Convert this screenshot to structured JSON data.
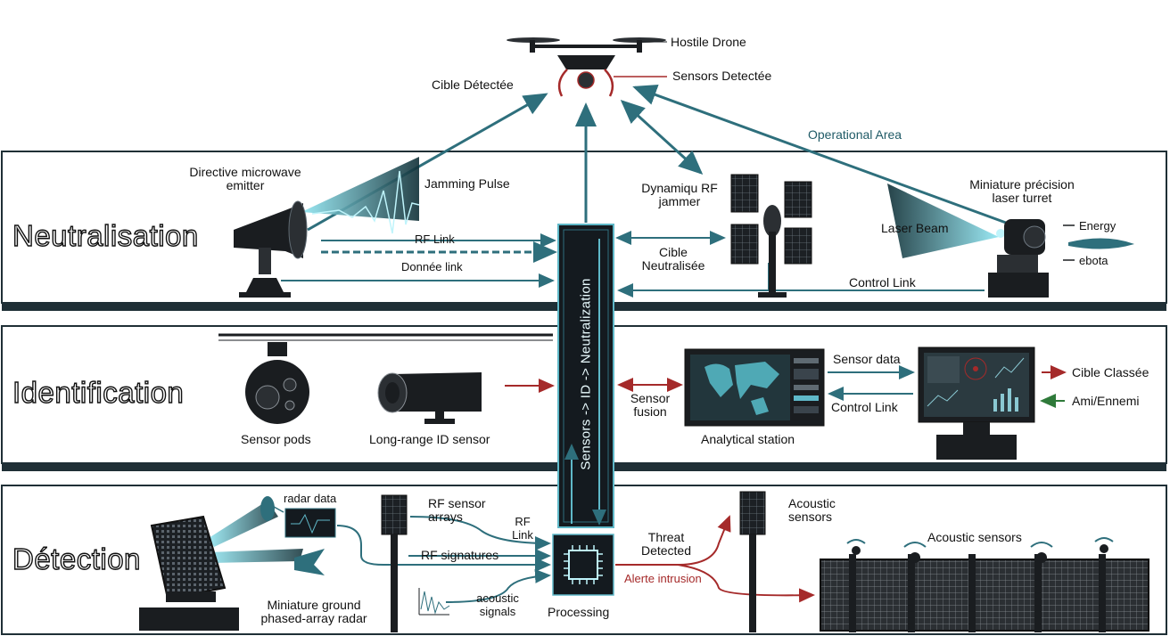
{
  "bands": {
    "neutralisation": "Neutralisation",
    "identification": "Identification",
    "detection": "Détection"
  },
  "top": {
    "hostile_drone": "Hostile Drone",
    "sensors_detected": "Sensors Detectée",
    "cible_detectee": "Cible Détectée",
    "operational_area": "Operational Area"
  },
  "neutralisation": {
    "microwave_emitter": [
      "Directive microwave",
      "emitter"
    ],
    "jamming_pulse": "Jamming Pulse",
    "rf_link": "RF Link",
    "donnee_link": "Donnée link",
    "rf_jammer": [
      "Dynamiqu RF",
      "jammer"
    ],
    "cible_neutralisee": [
      "Cible",
      "Neutralisée"
    ],
    "laser_turret": [
      "Miniature précision",
      "laser turret"
    ],
    "laser_beam": "Laser Beam",
    "energy": "Energy",
    "ebota": "ebota",
    "control_link": "Control Link"
  },
  "central_bus": "Sensors -> ID -> Neutralization",
  "identification": {
    "sensor_pods": "Sensor pods",
    "long_range_sensor": "Long-range ID sensor",
    "sensor_fusion": [
      "Sensor",
      "fusion"
    ],
    "analytical_station": "Analytical station",
    "sensor_data": "Sensor data",
    "control_link": "Control Link",
    "cible_classee": "Cible Classée",
    "ami_ennemi": "Ami/Ennemi"
  },
  "detection": {
    "radar_data": "radar data",
    "phased_array": [
      "Miniature ground",
      "phased-array radar"
    ],
    "rf_sensor_arrays": [
      "RF sensor",
      "arrays"
    ],
    "rf_link": [
      "RF",
      "Link"
    ],
    "rf_signatures": "RF signatures",
    "acoustic_signals": [
      "acoustic",
      "signals"
    ],
    "processing": "Processing",
    "threat_detected": [
      "Threat",
      "Detected"
    ],
    "alerte_intrusion": "Alerte intrusion",
    "acoustic_sensors_pole": [
      "Acoustic",
      "sensors"
    ],
    "acoustic_sensors_fence": "Acoustic sensors"
  },
  "colors": {
    "teal": "#2e6f7c",
    "teal_light": "#5fb8c8",
    "dark": "#1a1d20",
    "red": "#a52a2a",
    "green": "#2f7a3a"
  }
}
